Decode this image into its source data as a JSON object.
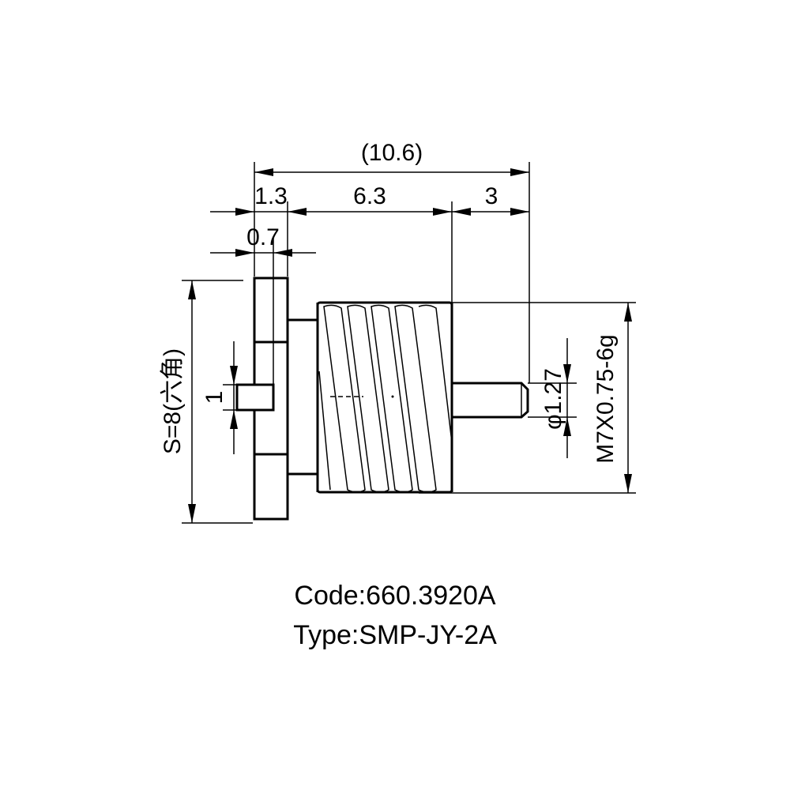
{
  "dimensions": {
    "overall_length": "(10.6)",
    "flange_offset": "1.3",
    "thread_length": "6.3",
    "pin_length": "3",
    "flange_thickness": "0.7",
    "hex_size": "S=8(六角)",
    "slot_width": "1",
    "pin_diameter": "φ1.27",
    "thread_spec": "M7X0.75-6g"
  },
  "caption": {
    "code": "Code:660.3920A",
    "type": "Type:SMP-JY-2A"
  }
}
